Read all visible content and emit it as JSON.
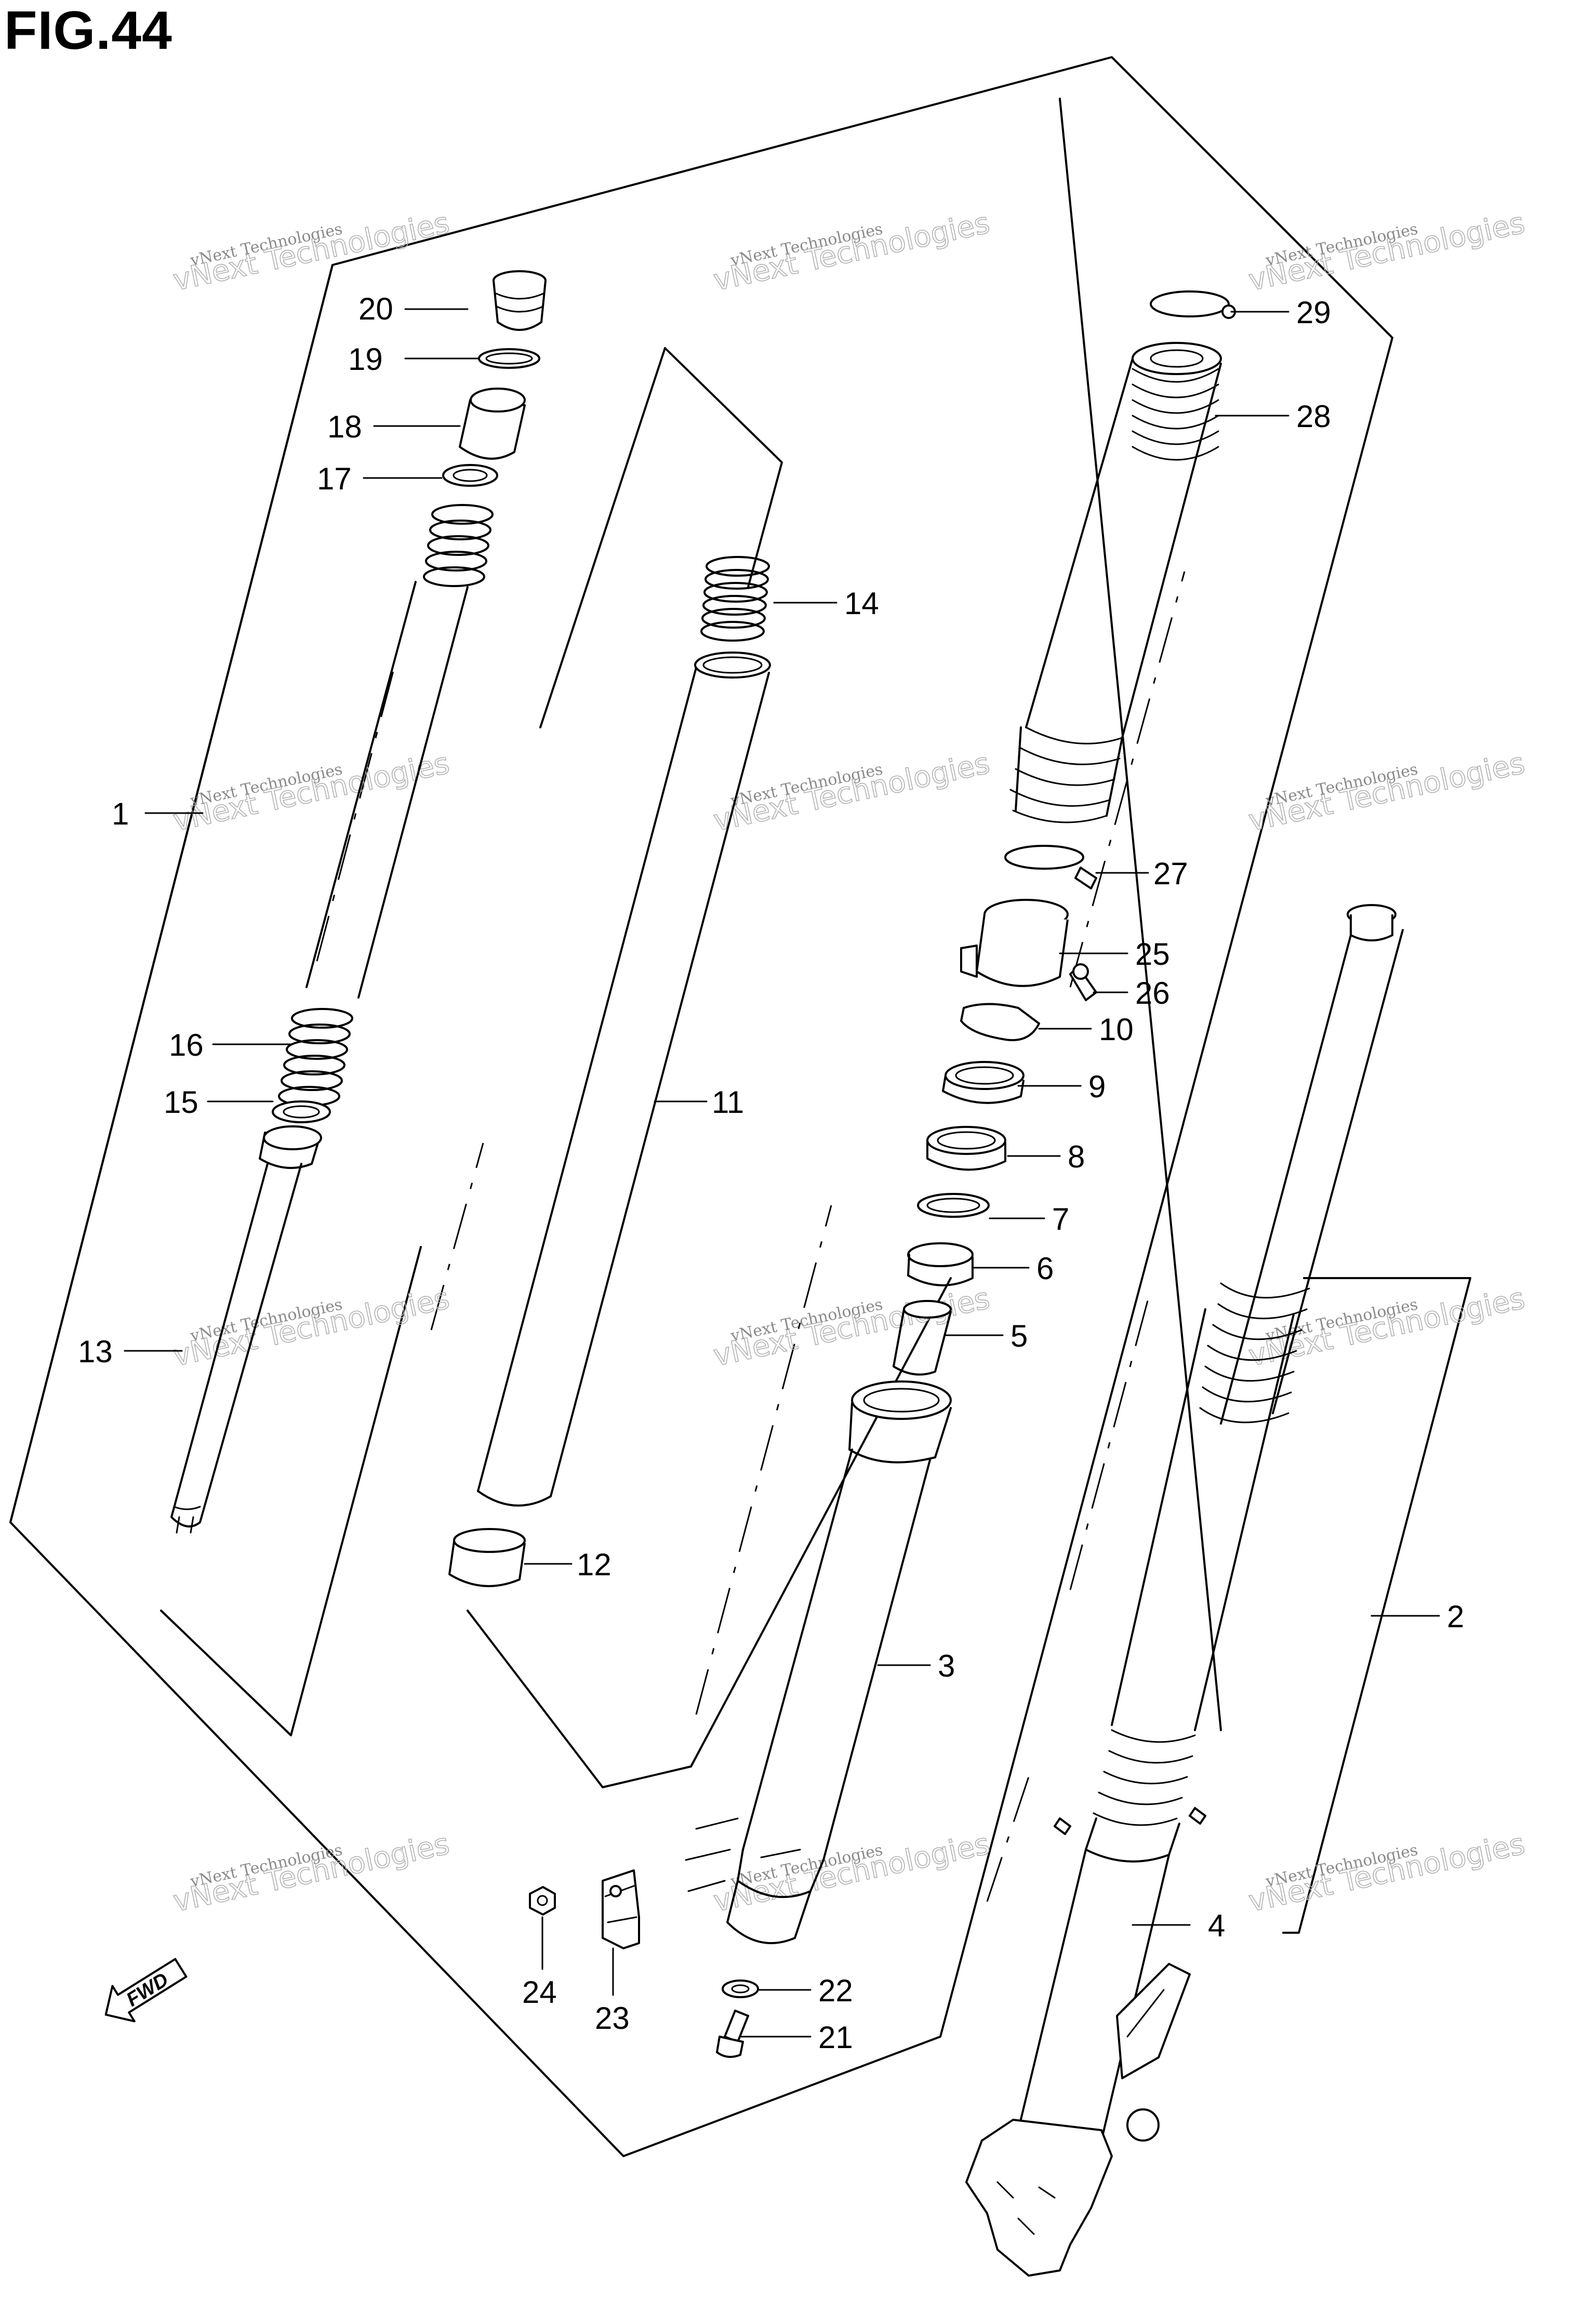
{
  "figure": {
    "title": "FIG.44"
  },
  "watermark": {
    "line1": "vNext Technologies",
    "line2": "vNext Technologies"
  },
  "callouts": {
    "p1": "1",
    "p2": "2",
    "p3": "3",
    "p4": "4",
    "p5": "5",
    "p6": "6",
    "p7": "7",
    "p8": "8",
    "p9": "9",
    "p10": "10",
    "p11": "11",
    "p12": "12",
    "p13": "13",
    "p14": "14",
    "p15": "15",
    "p16": "16",
    "p17": "17",
    "p18": "18",
    "p19": "19",
    "p20": "20",
    "p21": "21",
    "p22": "22",
    "p23": "23",
    "p24": "24",
    "p25": "25",
    "p26": "26",
    "p27": "27",
    "p28": "28",
    "p29": "29"
  },
  "direction_badge": {
    "label": "FWD"
  }
}
